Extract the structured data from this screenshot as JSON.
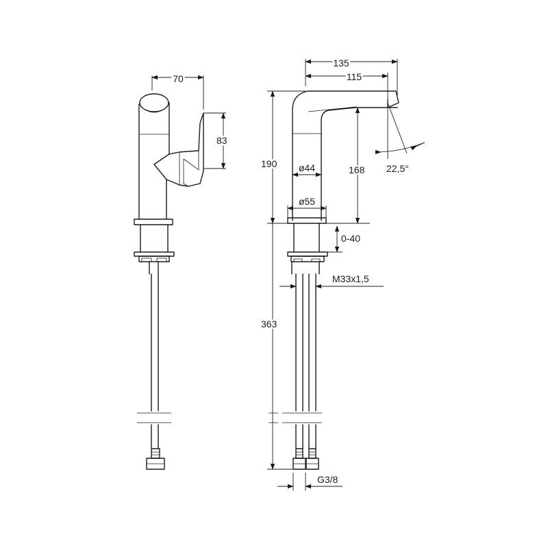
{
  "dimensions": {
    "width_side": "70",
    "lever_height": "83",
    "overall_reach": "135",
    "spout_reach": "115",
    "total_height": "190",
    "spout_height": "168",
    "spout_angle": "22,5°",
    "body_diameter": "ø44",
    "base_diameter": "ø55",
    "deck_thickness": "0-40",
    "thread": "M33x1,5",
    "hose_length": "363",
    "connection": "G3/8"
  },
  "colors": {
    "line": "#1a1a1a",
    "background": "#ffffff"
  }
}
